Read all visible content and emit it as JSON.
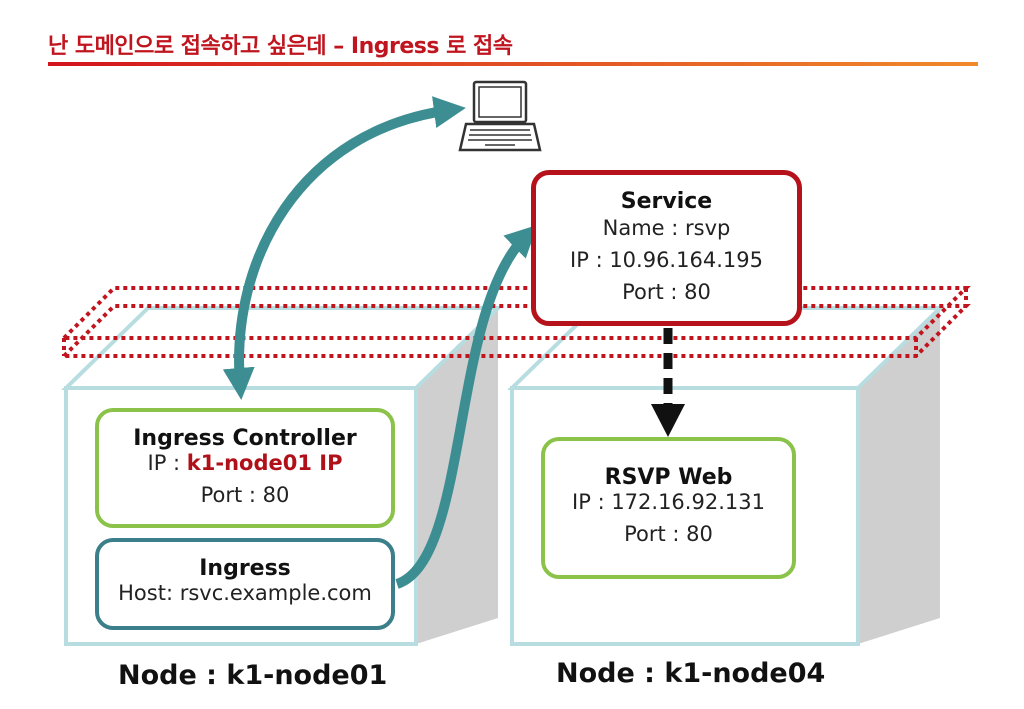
{
  "title": "난 도메인으로 접속하고 싶은데 – Ingress 로 접속",
  "colors": {
    "title_red": "#c0151f",
    "service_border": "#b5121b",
    "pod_border_green": "#8bc34a",
    "ingress_border_teal": "#3b7f8a",
    "arrow_teal": "#3d8e92",
    "node_border": "#b7dde0",
    "node_side_gray": "#cfcfcf",
    "dotted_plane_red": "#c0151f"
  },
  "icons": {
    "client": "laptop-icon"
  },
  "service": {
    "heading": "Service",
    "name_line": "Name : rsvp",
    "ip_line": "IP : 10.96.164.195",
    "port_line": "Port : 80"
  },
  "ingress_controller": {
    "heading": "Ingress Controller",
    "ip_prefix": "IP : ",
    "ip_value": "k1-node01 IP",
    "port_line": "Port : 80"
  },
  "ingress": {
    "heading": "Ingress",
    "host_line": "Host: rsvc.example.com"
  },
  "rsvp_web": {
    "heading": "RSVP Web",
    "ip_line": "IP : 172.16.92.131",
    "port_line": "Port : 80"
  },
  "nodes": [
    {
      "label": "Node : k1-node01"
    },
    {
      "label": "Node : k1-node04"
    }
  ]
}
